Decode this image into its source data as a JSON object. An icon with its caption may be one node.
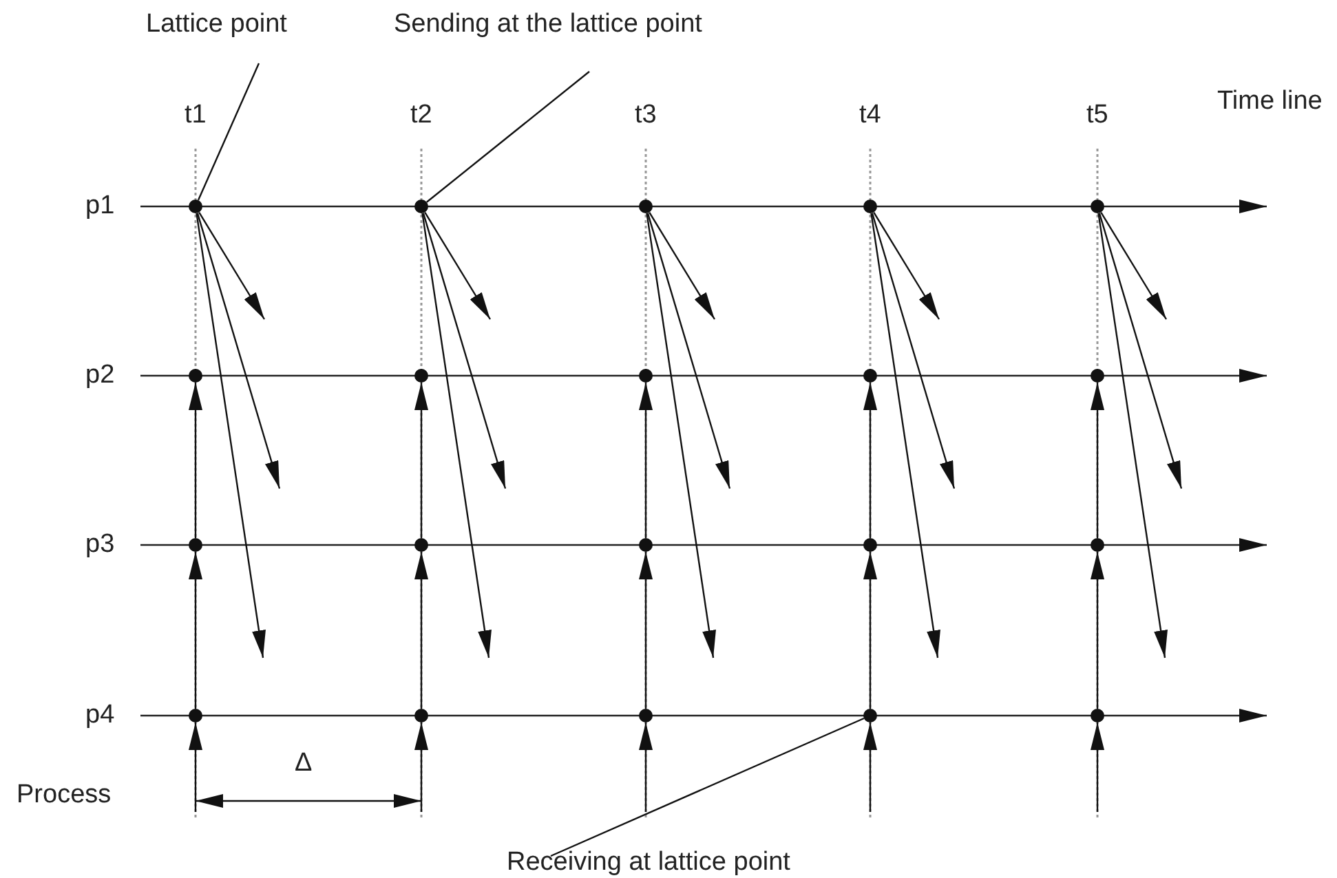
{
  "diagram": {
    "nodes": [
      {
        "text": [
          "Lattice point"
        ]
      },
      {
        "text": [
          "Sending at the lattice point"
        ]
      },
      {
        "text": [
          "Receiving at lattice point"
        ]
      },
      {
        "text": [],
        "shape": "circle"
      },
      {
        "text": [],
        "shape": "circle"
      },
      {
        "text": [],
        "shape": "circle"
      },
      {
        "text": [],
        "shape": "circle"
      },
      {
        "text": [],
        "shape": "circle"
      },
      {
        "text": [],
        "shape": "circle"
      },
      {
        "text": [],
        "shape": "circle"
      },
      {
        "text": [],
        "shape": "circle"
      },
      {
        "text": [],
        "shape": "circle"
      },
      {
        "text": [],
        "shape": "circle"
      },
      {
        "text": [],
        "shape": "circle"
      },
      {
        "text": [],
        "shape": "circle"
      },
      {
        "text": [],
        "shape": "circle"
      },
      {
        "text": [],
        "shape": "circle"
      },
      {
        "text": [],
        "shape": "circle"
      },
      {
        "text": [],
        "shape": "circle"
      },
      {
        "text": [],
        "shape": "circle"
      },
      {
        "text": [],
        "shape": "circle"
      },
      {
        "text": [],
        "shape": "circle"
      },
      {
        "text": [],
        "shape": "circle"
      }
    ],
    "edges": [
      {
        "from": 0,
        "to": 3,
        "arrow": "none"
      },
      {
        "from": 1,
        "to": 4,
        "arrow": "none"
      },
      {
        "from": 2,
        "to": 21,
        "arrow": "none"
      },
      {
        "from": 3,
        "to": null,
        "arrow": "to"
      },
      {
        "from": 3,
        "to": null,
        "arrow": "to"
      },
      {
        "from": 3,
        "to": null,
        "arrow": "to"
      },
      {
        "from": 4,
        "to": null,
        "arrow": "to"
      },
      {
        "from": 4,
        "to": null,
        "arrow": "to"
      },
      {
        "from": 4,
        "to": null,
        "arrow": "to"
      },
      {
        "from": 5,
        "to": null,
        "arrow": "to"
      },
      {
        "from": 5,
        "to": null,
        "arrow": "to"
      },
      {
        "from": 5,
        "to": null,
        "arrow": "to"
      },
      {
        "from": 6,
        "to": null,
        "arrow": "to"
      },
      {
        "from": 6,
        "to": null,
        "arrow": "to"
      },
      {
        "from": 6,
        "to": null,
        "arrow": "to"
      },
      {
        "from": 7,
        "to": null,
        "arrow": "to"
      },
      {
        "from": 7,
        "to": null,
        "arrow": "to"
      },
      {
        "from": 7,
        "to": null,
        "arrow": "to"
      },
      {
        "from": 13,
        "to": 8,
        "arrow": "to"
      },
      {
        "from": 14,
        "to": 9,
        "arrow": "to"
      },
      {
        "from": 15,
        "to": 10,
        "arrow": "to"
      },
      {
        "from": 16,
        "to": 11,
        "arrow": "to"
      },
      {
        "from": 17,
        "to": 12,
        "arrow": "to"
      },
      {
        "from": 18,
        "to": 13,
        "arrow": "to"
      },
      {
        "from": 19,
        "to": 14,
        "arrow": "to"
      },
      {
        "from": 20,
        "to": 15,
        "arrow": "to"
      },
      {
        "from": 21,
        "to": 16,
        "arrow": "to"
      },
      {
        "from": 22,
        "to": 17,
        "arrow": "to"
      },
      {
        "from": null,
        "to": 18,
        "arrow": "to"
      },
      {
        "from": null,
        "to": 19,
        "arrow": "to"
      },
      {
        "from": null,
        "to": 20,
        "arrow": "to"
      },
      {
        "from": null,
        "to": 21,
        "arrow": "to"
      },
      {
        "from": null,
        "to": 22,
        "arrow": "to"
      }
    ],
    "labels": [
      "t1",
      "t2",
      "t3",
      "t4",
      "t5",
      "Time line",
      "p1",
      "p2",
      "p3",
      "p4",
      "Δ",
      "Process"
    ]
  }
}
